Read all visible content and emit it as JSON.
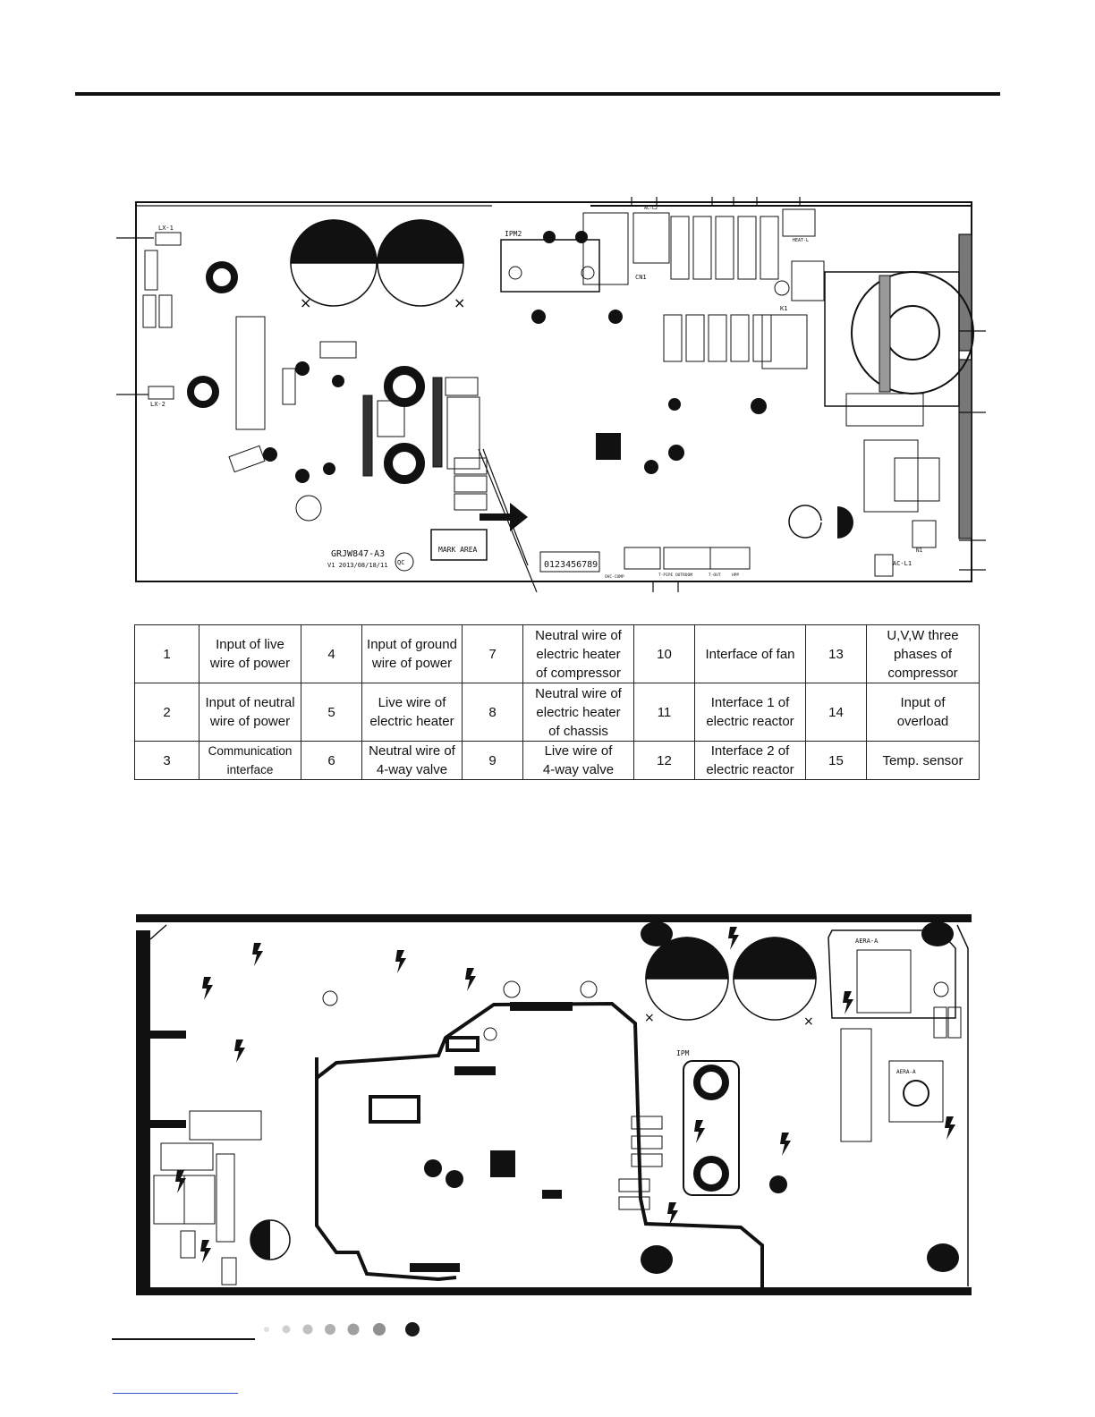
{
  "board1": {
    "model": "GRJW847-A3",
    "version": "V1 2013/08/18/11",
    "qc": "QC",
    "mark_area": "MARK AREA",
    "ipm_label": "IPM2",
    "lx1": "LX-1",
    "lx2": "LX-2",
    "ac_l2": "AC-L2",
    "ac_l1": "AC-L1",
    "heat_l": "HEAT-L",
    "cn1": "CN1",
    "k1": "K1",
    "n1": "N1",
    "digits": "0123456789",
    "conn_labels": [
      "OVC-COMP",
      "T-PIPE OUTROOM",
      "T-OUT",
      "HPP"
    ]
  },
  "legend": {
    "rows": [
      [
        {
          "n": "1",
          "t1": "Input of live",
          "t2": "wire of power"
        },
        {
          "n": "4",
          "t1": "Input of ground",
          "t2": "wire of power"
        },
        {
          "n": "7",
          "t1": "Neutral wire of",
          "t2": "electric heater",
          "t3": "of compressor"
        },
        {
          "n": "10",
          "t1": "Interface of fan"
        },
        {
          "n": "13",
          "t1": "U,V,W three",
          "t2": "phases of",
          "t3": "compressor"
        }
      ],
      [
        {
          "n": "2",
          "t1": "Input of neutral",
          "t2": "wire of power"
        },
        {
          "n": "5",
          "t1": "Live wire of",
          "t2": "electric heater"
        },
        {
          "n": "8",
          "t1": "Neutral wire of",
          "t2": "electric heater",
          "t3": "of chassis"
        },
        {
          "n": "11",
          "t1": "Interface 1 of",
          "t2": "electric reactor"
        },
        {
          "n": "14",
          "t1": "Input of",
          "t2": "overload"
        }
      ],
      [
        {
          "n": "3",
          "t1": "Communication",
          "t2": "interface"
        },
        {
          "n": "6",
          "t1": "Neutral wire of",
          "t2": "4-way valve"
        },
        {
          "n": "9",
          "t1": "Live wire of",
          "t2": "4-way valve"
        },
        {
          "n": "12",
          "t1": "Interface 2 of",
          "t2": "electric reactor"
        },
        {
          "n": "15",
          "t1": "Temp. sensor"
        }
      ]
    ]
  },
  "board2": {
    "aera_label_1": "AERA-A",
    "aera_label_2": "AERA-A",
    "ipm_label": "IPM"
  },
  "colors": {
    "ink": "#111111",
    "dot_light": "#d6d6d6",
    "dot_dark": "#1a1a1a"
  }
}
